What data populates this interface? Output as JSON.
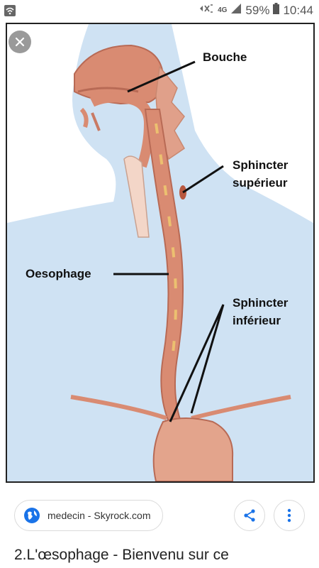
{
  "status_bar": {
    "battery_percent": "59%",
    "time": "10:44",
    "network": "4G",
    "icons": [
      "wifi-icon",
      "mute-icon",
      "signal-icon",
      "battery-icon"
    ]
  },
  "viewer": {
    "close_icon": "close-icon",
    "figure_labels": {
      "bouche": "Bouche",
      "sphincter_sup_line1": "Sphincter",
      "sphincter_sup_line2": "supérieur",
      "oesophage": "Oesophage",
      "sphincter_inf_line1": "Sphincter",
      "sphincter_inf_line2": "inférieur"
    }
  },
  "result": {
    "source_domain": "medecin - Skyrock.com",
    "title": "2.L'œsophage - Bienvenu sur ce",
    "icons": [
      "globe-icon",
      "share-icon",
      "more-vert-icon"
    ],
    "accent_color": "#1a73e8"
  },
  "colors": {
    "background_blue": "#cfe2f3",
    "tissue": "#d98b72",
    "tissue_dark": "#b86a55"
  }
}
